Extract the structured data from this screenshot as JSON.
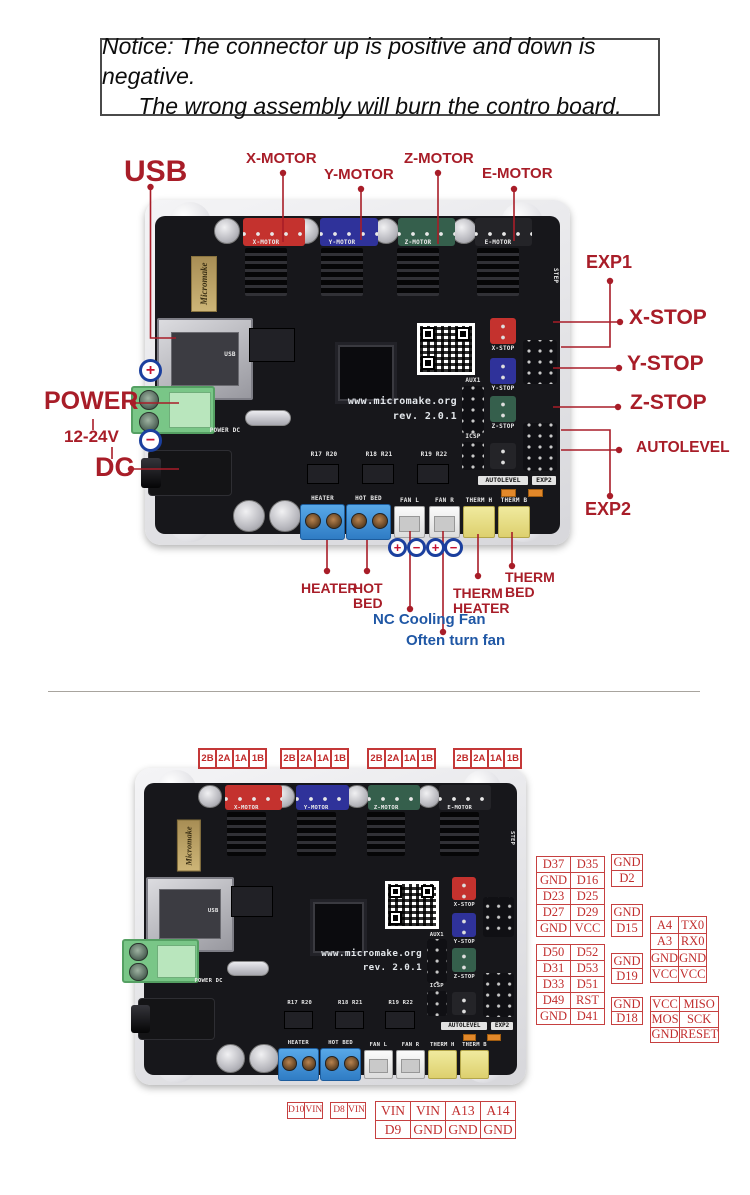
{
  "notice": {
    "line1": "Notice: The connector up is positive and down is negative.",
    "line2": "The wrong assembly will burn the contro board."
  },
  "colors": {
    "label_red": "#a81d28",
    "label_blue": "#1f57a5",
    "table_red": "#c12e2e",
    "circle_ring_blue": "#1b3f9e"
  },
  "top_diagram": {
    "plus": "+",
    "minus": "−",
    "labels": {
      "usb": "USB",
      "x_motor": "X-MOTOR",
      "y_motor": "Y-MOTOR",
      "z_motor": "Z-MOTOR",
      "e_motor": "E-MOTOR",
      "exp1": "EXP1",
      "x_stop": "X-STOP",
      "y_stop": "Y-STOP",
      "z_stop": "Z-STOP",
      "autolevel": "AUTOLEVEL",
      "exp2": "EXP2",
      "power": "POWER",
      "voltage_range": "12-24V",
      "dc": "DC",
      "heater": "HEATER",
      "hot_bed": "HOT BED",
      "nc_cooling_fan": "NC Cooling Fan",
      "often_turn_fan": "Often turn fan",
      "therm_heater": "THERM HEATER",
      "therm_bed": "THERM BED"
    }
  },
  "board_silkscreen": {
    "brand": "Micromake",
    "url": "www.micromake.org",
    "rev": "rev. 2.0.1",
    "aux1": "AUX1",
    "icsp": "ICSP",
    "x_motor": "X-MOTOR",
    "y_motor": "Y-MOTOR",
    "z_motor": "Z-MOTOR",
    "e_motor": "E-MOTOR",
    "x_stop": "X-STOP",
    "y_stop": "Y-STOP",
    "z_stop": "Z-STOP",
    "autolevel": "AUTOLEVEL",
    "exp2": "EXP2",
    "heater": "HEATER",
    "hot_bed": "HOT BED",
    "fan_l": "FAN L",
    "fan_r": "FAN R",
    "therm_h": "THERM H",
    "therm_b": "THERM B",
    "usb": "USB",
    "power_dc": "POWER DC",
    "step": "STEP",
    "r17": "R17 R20",
    "r18": "R18 R21",
    "r19": "R19 R22"
  },
  "bottom_diagram": {
    "motor_pin_labels": [
      "2B",
      "2A",
      "1A",
      "1B"
    ],
    "pin_tables": {
      "exp1": [
        [
          "D37",
          "D35"
        ],
        [
          "GND",
          "D16"
        ],
        [
          "D23",
          "D25"
        ],
        [
          "D27",
          "D29"
        ],
        [
          "GND",
          "VCC"
        ]
      ],
      "x_stop": [
        [
          "GND"
        ],
        [
          "D2"
        ]
      ],
      "y_stop": [
        [
          "GND"
        ],
        [
          "D15"
        ]
      ],
      "serial": [
        [
          "A4",
          "TX0"
        ],
        [
          "A3",
          "RX0"
        ],
        [
          "GND",
          "GND"
        ],
        [
          "VCC",
          "VCC"
        ]
      ],
      "exp2": [
        [
          "D50",
          "D52"
        ],
        [
          "D31",
          "D53"
        ],
        [
          "D33",
          "D51"
        ],
        [
          "D49",
          "RST"
        ],
        [
          "GND",
          "D41"
        ]
      ],
      "z_stop": [
        [
          "GND"
        ],
        [
          "D19"
        ]
      ],
      "autolevel": [
        [
          "GND"
        ],
        [
          "D18"
        ]
      ],
      "icsp": [
        [
          "VCC",
          "MISO"
        ],
        [
          "MOS",
          "SCK"
        ],
        [
          "GND",
          "RESET"
        ]
      ],
      "heater": [
        [
          "D10",
          "VIN"
        ]
      ],
      "hot_bed": [
        [
          "D8",
          "VIN"
        ]
      ],
      "fan_therm": [
        [
          "VIN",
          "VIN",
          "A13",
          "A14"
        ],
        [
          "D9",
          "GND",
          "GND",
          "GND"
        ]
      ]
    }
  }
}
